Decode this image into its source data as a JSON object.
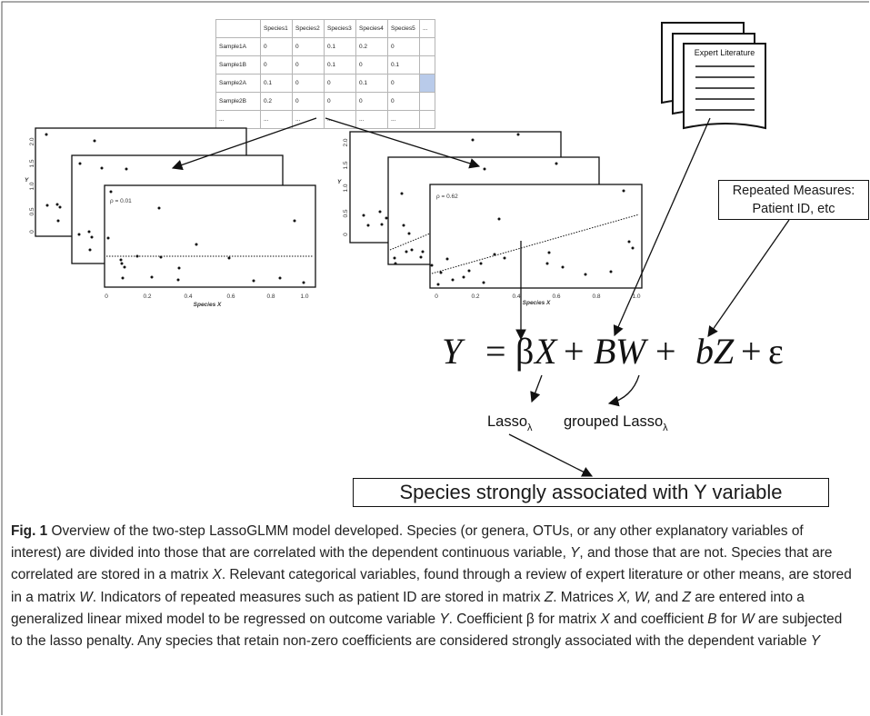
{
  "table": {
    "header": [
      "",
      "Species1",
      "Species2",
      "Species3",
      "Species4",
      "Species5",
      "..."
    ],
    "rows": [
      [
        "Sample1A",
        "0",
        "0",
        "0.1",
        "0.2",
        "0",
        ""
      ],
      [
        "Sample1B",
        "0",
        "0",
        "0.1",
        "0",
        "0.1",
        ""
      ],
      [
        "Sample2A",
        "0.1",
        "0",
        "0",
        "0.1",
        "0",
        ""
      ],
      [
        "Sample2B",
        "0.2",
        "0",
        "0",
        "0",
        "0",
        ""
      ],
      [
        "...",
        "...",
        "...",
        "...",
        "...",
        "...",
        ""
      ]
    ]
  },
  "plots": {
    "left_rho": "ρ = 0.01",
    "right_rho": "ρ = 0.62",
    "y_axis_label": "Y",
    "x_axis_label": "Species X",
    "y_ticks": [
      "0",
      "0.5",
      "1.0",
      "1.5",
      "2.0"
    ],
    "x_ticks": [
      "0",
      "0.2",
      "0.4",
      "0.6",
      "0.8",
      "1.0"
    ]
  },
  "expert_literature": "Expert Literature",
  "repeated_measures": {
    "line1": "Repeated Measures:",
    "line2": "Patient ID, etc"
  },
  "equation": {
    "Y": "Y",
    "eq": "=",
    "beta": "β",
    "X": "X",
    "plus1": "+",
    "B": "B",
    "W": "W",
    "plus2": "+",
    "b": "b",
    "Z": "Z",
    "plus3": "+",
    "eps": "ε"
  },
  "lasso": {
    "text": "Lasso",
    "sub": "λ"
  },
  "grouped_lasso": {
    "text": "grouped Lasso",
    "sub": "λ"
  },
  "result": "Species strongly associated with Y variable",
  "caption": {
    "label": "Fig. 1",
    "p1": " Overview of the two-step LassoGLMM model developed. Species (or genera, OTUs, or any other explanatory variables of interest) are divided into those that are correlated with the dependent continuous variable, ",
    "Y1": "Y",
    "p2": ", and those that are not. Species that are correlated are stored in a matrix ",
    "X1": "X",
    "p3": ". Relevant categorical variables, found through a review of expert literature or other means, are stored in a matrix ",
    "W1": "W",
    "p4": ". Indicators of repeated measures such as patient ID are stored in matrix ",
    "Z1": "Z",
    "p5": ". Matrices ",
    "X2": "X, W,",
    "p6": " and ",
    "Z2": "Z",
    "p7": " are entered into a generalized linear mixed model to be regressed on outcome variable ",
    "Y2": "Y",
    "p8": ". Coefficient β for matrix ",
    "X3": "X",
    "p9": " and coefficient ",
    "B1": "B",
    "p10": " for ",
    "W2": "W",
    "p11": " are subjected to the lasso penalty. Any species that retain non-zero coefficients are considered strongly associated with the dependent variable ",
    "Y3": "Y"
  }
}
